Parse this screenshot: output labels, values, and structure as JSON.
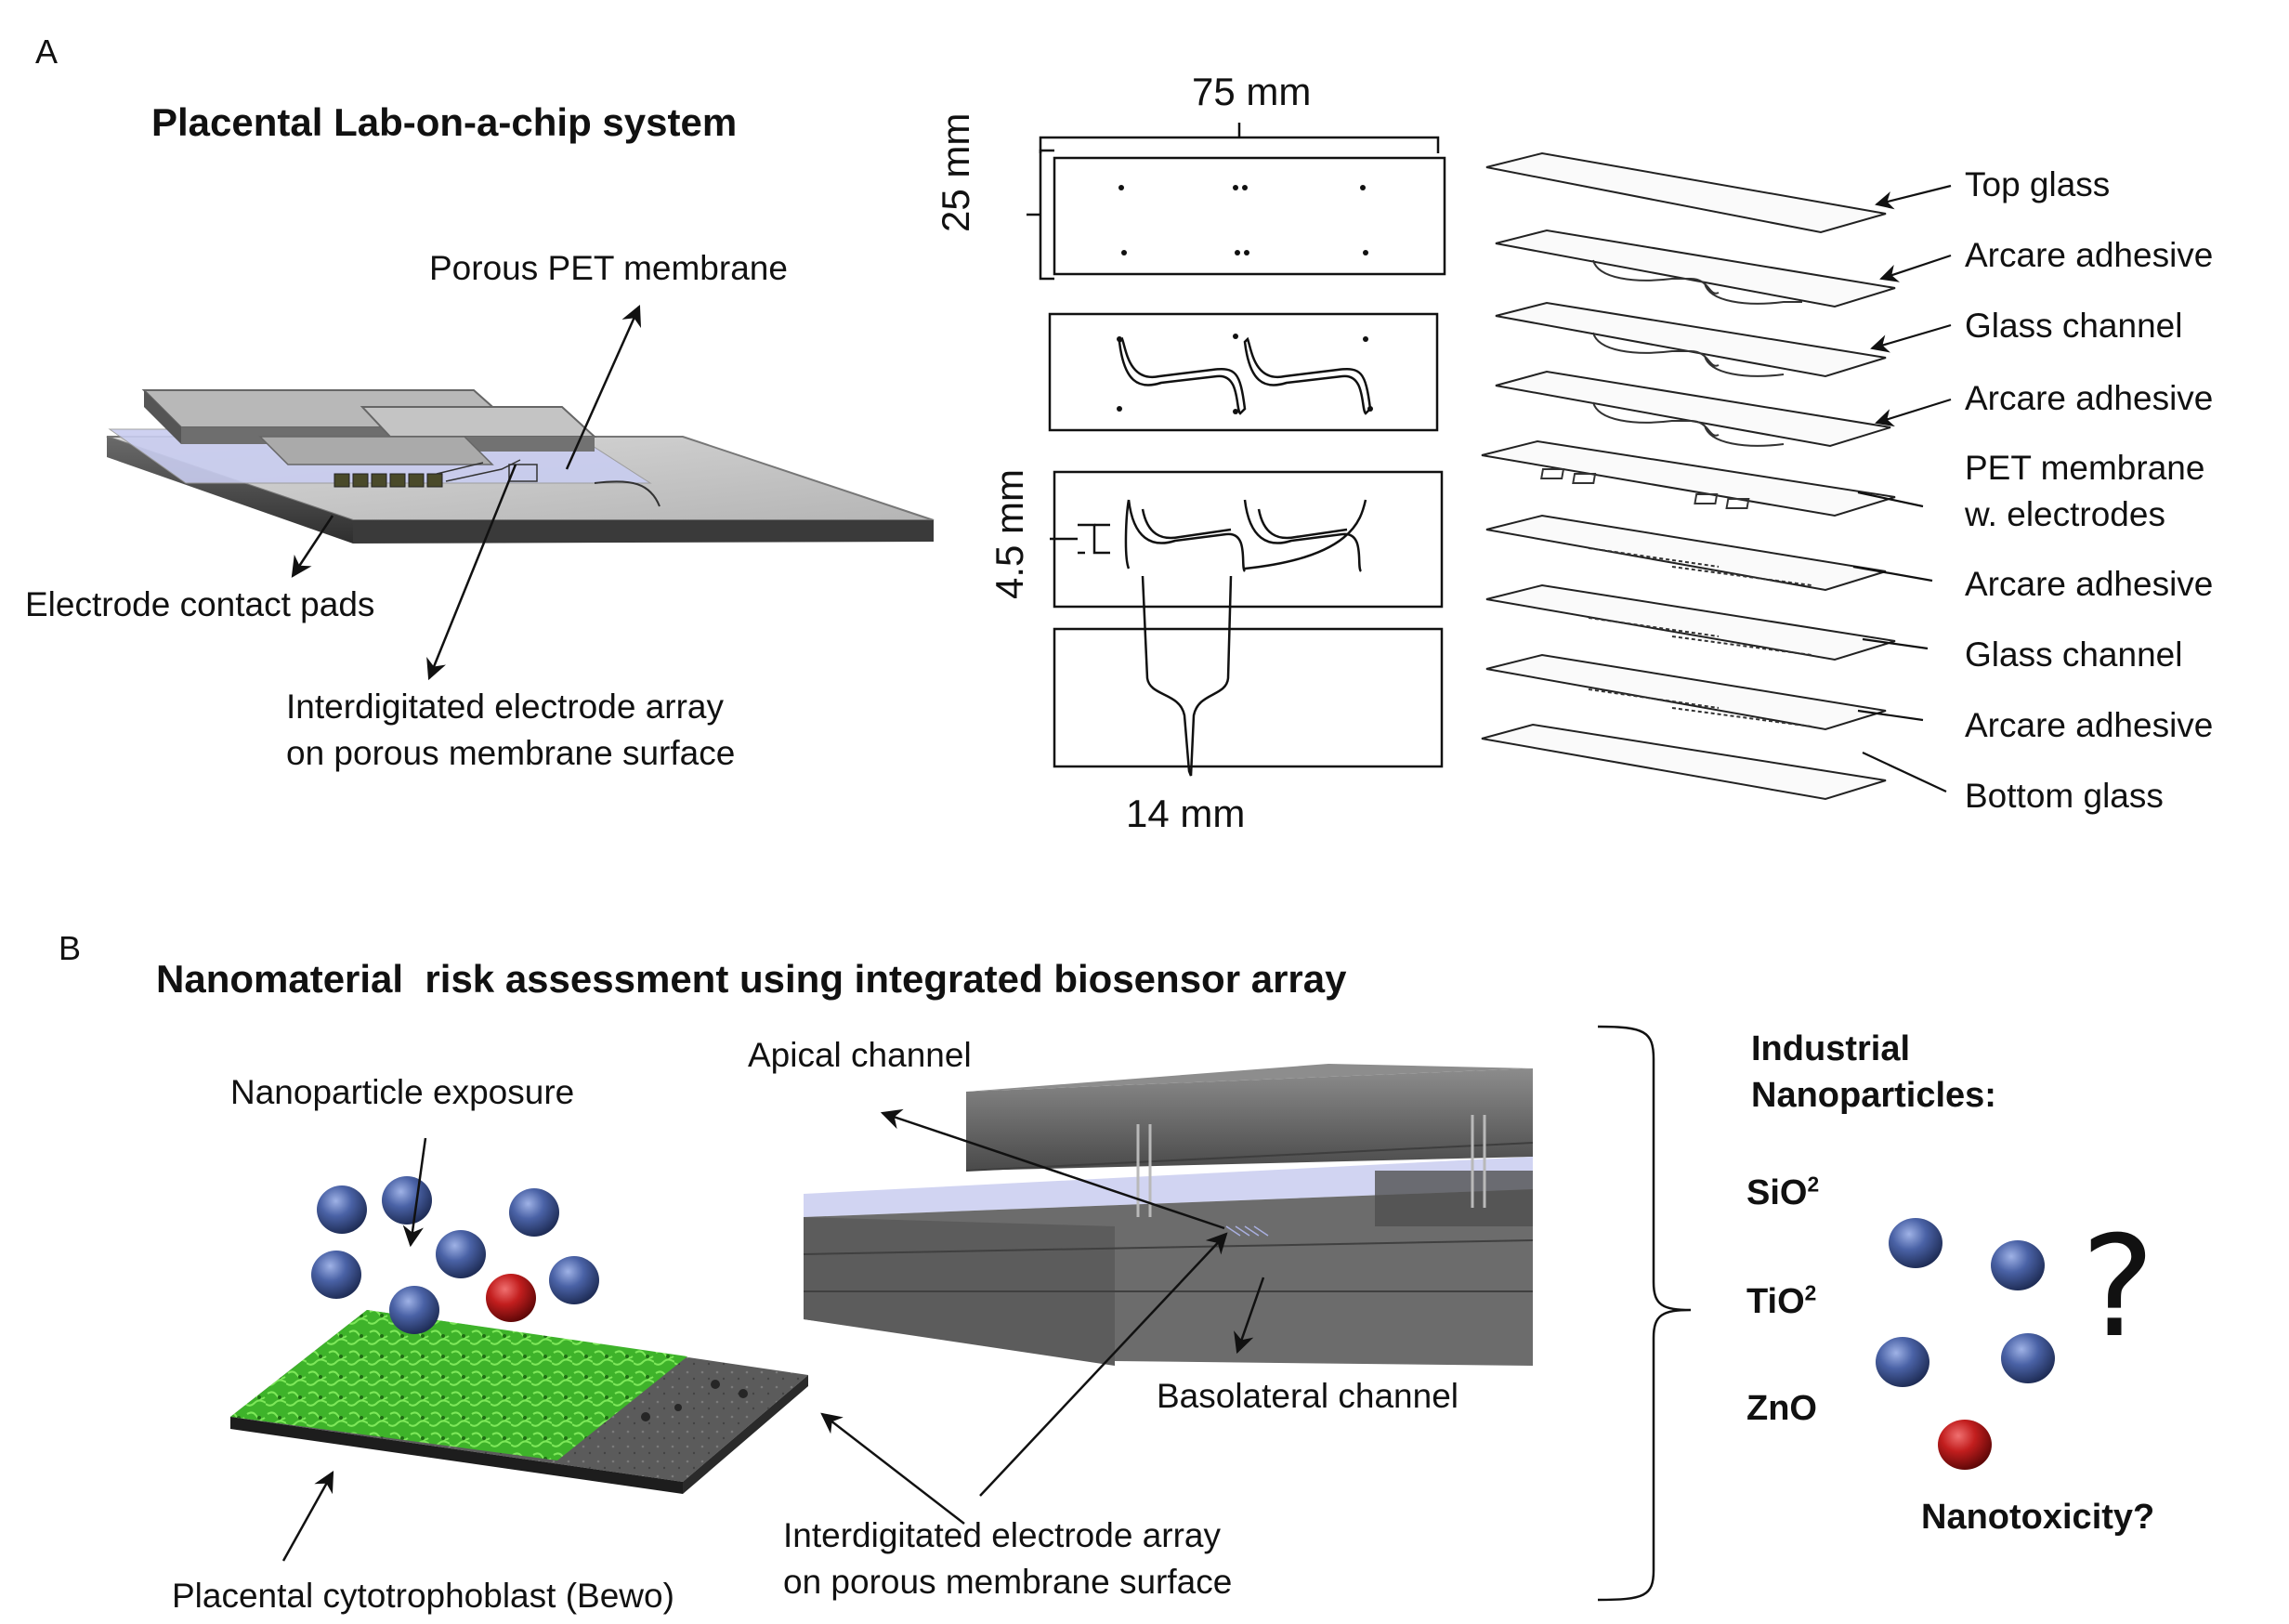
{
  "panel_a": {
    "letter": "A",
    "title": "Placental Lab-on-a-chip system",
    "callouts": {
      "membrane": "Porous PET membrane",
      "pads": "Electrode contact pads",
      "ida_line1": "Interdigitated electrode array",
      "ida_line2": "on porous membrane surface"
    },
    "dimensions": {
      "length": "75 mm",
      "width": "25 mm",
      "channel": "4.5 mm",
      "electrode": "14 mm"
    },
    "layers": [
      "Top glass",
      "Arcare adhesive",
      "Glass channel",
      "Arcare adhesive",
      "PET membrane",
      "w. electrodes",
      "Arcare adhesive",
      "Glass channel",
      "Arcare adhesive",
      "Bottom glass"
    ]
  },
  "panel_b": {
    "letter": "B",
    "title": "Nanomaterial  risk assessment using integrated biosensor array",
    "callouts": {
      "exposure": "Nanoparticle exposure",
      "cells": "Placental cytotrophoblast (Bewo)",
      "apical": "Apical channel",
      "basolateral": "Basolateral channel",
      "ida_line1": "Interdigitated electrode array",
      "ida_line2": "on porous membrane surface"
    },
    "industrial": {
      "heading_line1": "Industrial",
      "heading_line2": "Nanoparticles:",
      "items": [
        {
          "base": "SiO",
          "sup": "2"
        },
        {
          "base": "TiO",
          "sup": "2"
        },
        {
          "base": "ZnO",
          "sup": ""
        }
      ],
      "question": "?",
      "result": "Nanotoxicity?"
    }
  },
  "colors": {
    "nanoparticle_blue": "#3a4f8a",
    "nanoparticle_red": "#b01818",
    "cell_green": "#3fbf2a",
    "chip_gray": "#7a7a7a",
    "membrane_lavender": "#c9cdf0"
  }
}
